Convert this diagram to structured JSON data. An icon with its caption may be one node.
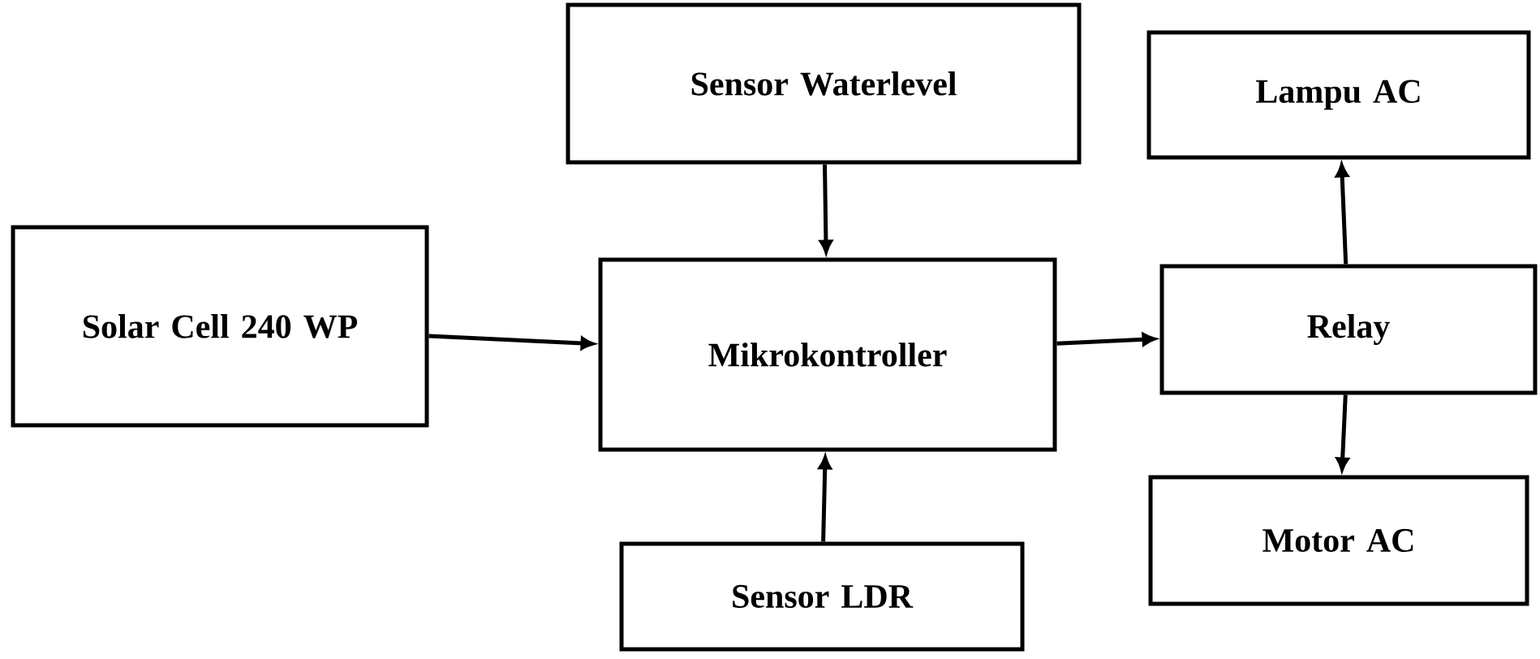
{
  "diagram": {
    "nodes": [
      {
        "text": [
          "Sensor Waterlevel"
        ]
      },
      {
        "text": [
          "Solar Cell 240 WP"
        ]
      },
      {
        "text": [
          "Mikrokontroller"
        ]
      },
      {
        "text": [
          "Lampu AC"
        ]
      },
      {
        "text": [
          "Relay"
        ]
      },
      {
        "text": [
          "Sensor LDR"
        ]
      },
      {
        "text": [
          "Motor AC"
        ]
      }
    ],
    "edges": [
      {
        "from": 1,
        "to": 2,
        "arrow": "to"
      },
      {
        "from": 0,
        "to": 2,
        "arrow": "to"
      },
      {
        "from": 5,
        "to": 2,
        "arrow": "to"
      },
      {
        "from": 2,
        "to": 4,
        "arrow": "to"
      },
      {
        "from": 4,
        "to": 3,
        "arrow": "to"
      },
      {
        "from": 4,
        "to": 6,
        "arrow": "to"
      }
    ]
  }
}
